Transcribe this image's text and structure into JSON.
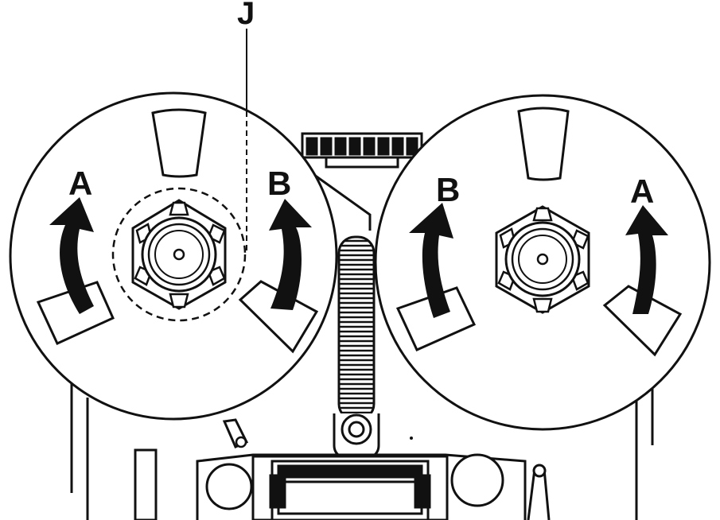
{
  "diagram": {
    "callout_label": "J",
    "left_reel": {
      "label_left": "A",
      "label_right": "B"
    },
    "right_reel": {
      "label_left": "B",
      "label_right": "A"
    }
  },
  "colors": {
    "ink": "#111111",
    "paper": "#ffffff"
  },
  "icons": [
    "reel",
    "curved-arrow",
    "tension-arm",
    "head-block",
    "guide-roller"
  ]
}
